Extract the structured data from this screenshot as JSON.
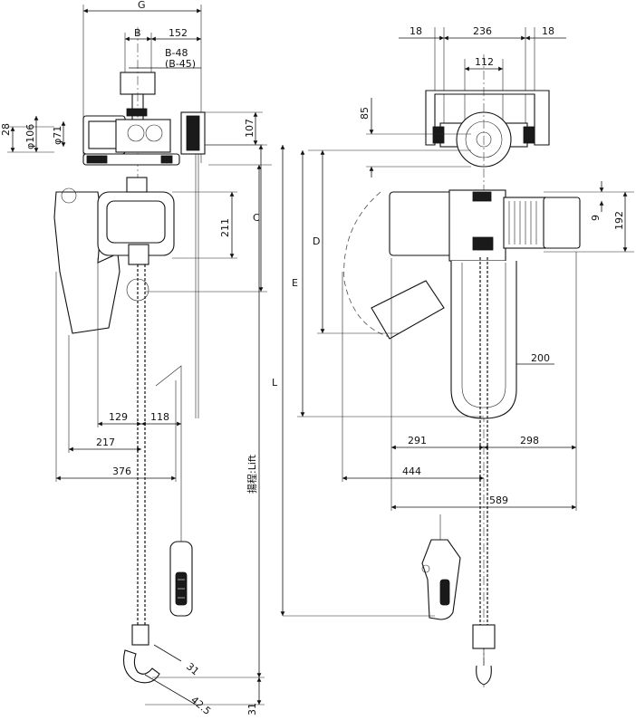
{
  "figure": "electric chain hoist with trolley — outline dimension drawing",
  "side_view": {
    "dims": {
      "G": "G",
      "B": "B",
      "d152": "152",
      "b48": "B-48",
      "b45": "(B-45)",
      "d28": "28",
      "phi106": "φ106",
      "phi71": "φ71",
      "d107": "107",
      "d211": "211",
      "C": "C",
      "d129": "129",
      "d118": "118",
      "d217": "217",
      "d376": "376",
      "lift": "揚程:Lift",
      "L": "L",
      "d31a": "31",
      "d42_5": "42.5",
      "d31b": "31"
    }
  },
  "front_view": {
    "dims": {
      "d18a": "18",
      "d236": "236",
      "d18b": "18",
      "d112": "112",
      "d85": "85",
      "d9": "9",
      "d192": "192",
      "D": "D",
      "E": "E",
      "d200": "200",
      "d291": "291",
      "d298": "298",
      "d444": "444",
      "d589": "589"
    }
  }
}
